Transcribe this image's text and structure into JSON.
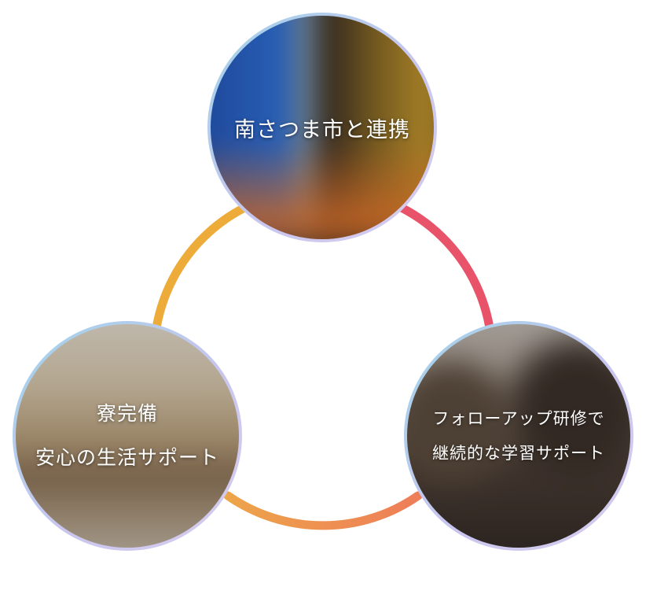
{
  "nodes": {
    "top": {
      "label": "南さつま市と連携"
    },
    "left": {
      "line1": "寮完備",
      "line2": "安心の生活サポート"
    },
    "right": {
      "line1": "フォローアップ研修で",
      "line2": "継続的な学習サポート"
    }
  },
  "colors": {
    "arc_left": "#EDAC3A",
    "arc_right": "#E8536A",
    "arc_bottom": "#EE8A4E",
    "ring": "#B8CBEB"
  }
}
